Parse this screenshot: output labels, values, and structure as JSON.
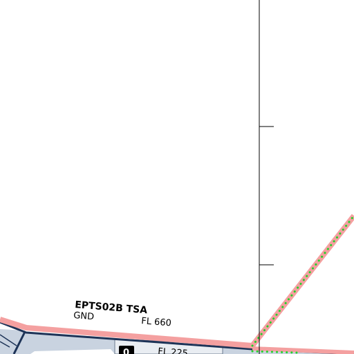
{
  "map": {
    "airspace": {
      "name": "EPTS02B TSA",
      "lower_limit": "GND",
      "upper_limit": "FL 660"
    },
    "adjacent_sector": {
      "level": "FL 225",
      "badge": "0"
    }
  },
  "colors": {
    "background": "#ffffff",
    "tsa_border": "#f4a0a0",
    "border_dots": "#22d22a",
    "sector_fill": "#c9d3e0",
    "sector_edge": "#1d3357",
    "meridian": "#000000",
    "badge_fill": "#000000"
  }
}
